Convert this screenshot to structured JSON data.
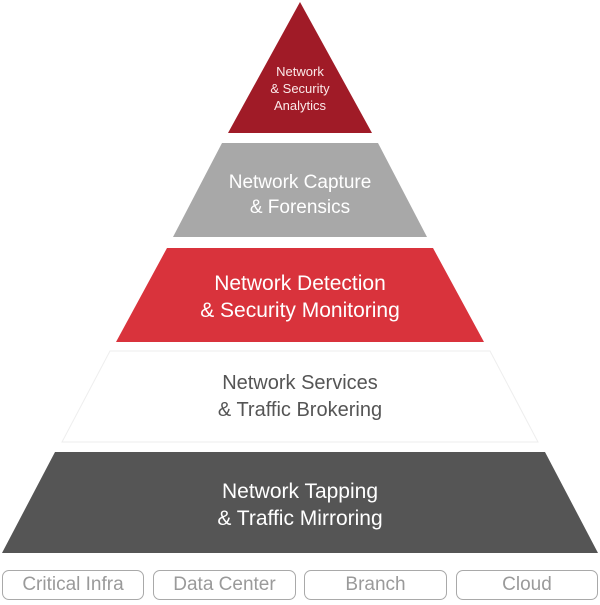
{
  "diagram": {
    "type": "pyramid",
    "layers": [
      {
        "lines": [
          "Network",
          "& Security",
          "Analytics"
        ],
        "color": "#a01b27",
        "text_color": "#fbe9e9"
      },
      {
        "lines": [
          "Network Capture",
          "& Forensics"
        ],
        "color": "#a8a8a8",
        "text_color": "#ffffff"
      },
      {
        "lines": [
          "Network Detection",
          "& Security Monitoring"
        ],
        "color": "#d9333c",
        "text_color": "#ffffff"
      },
      {
        "lines": [
          "Network Services",
          "& Traffic Brokering"
        ],
        "color": "#ffffff",
        "text_color": "#555555"
      },
      {
        "lines": [
          "Network Tapping",
          "& Traffic Mirroring"
        ],
        "color": "#555555",
        "text_color": "#ffffff"
      }
    ]
  },
  "tags": [
    "Critical Infra",
    "Data Center",
    "Branch",
    "Cloud"
  ]
}
